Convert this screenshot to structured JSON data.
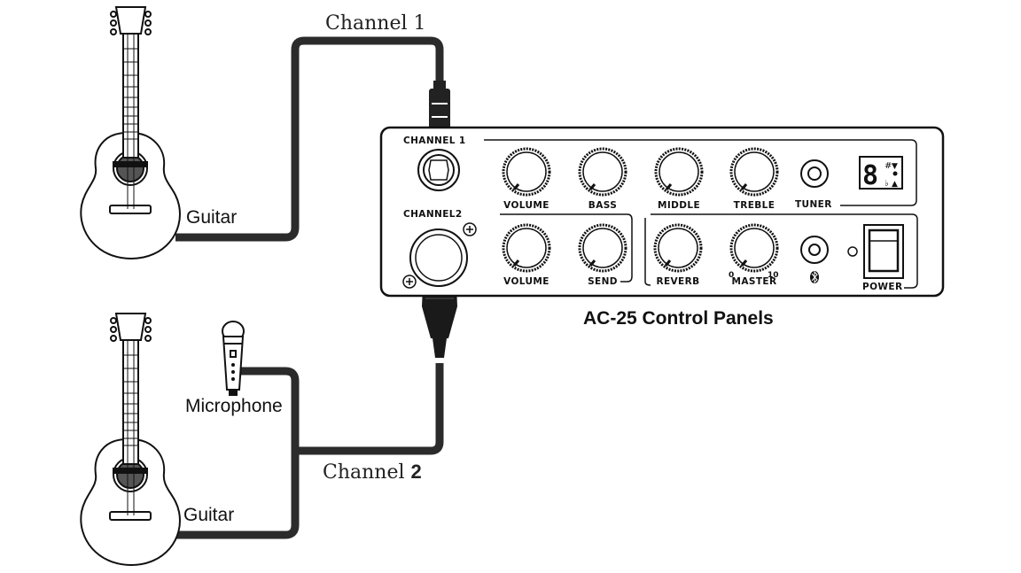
{
  "labels": {
    "channel1": "Channel 1",
    "channel2_prefix": "Channel ",
    "channel2_num": "2",
    "guitar_top": "Guitar",
    "guitar_bottom": "Guitar",
    "microphone": "Microphone",
    "panel_title": "AC-25 Control Panels"
  },
  "panel": {
    "channel1_label": "CHANNEL 1",
    "channel2_label": "CHANNEL2",
    "row1_knobs": [
      "VOLUME",
      "BASS",
      "MIDDLE",
      "TREBLE"
    ],
    "tuner_label": "TUNER",
    "row2_ch2_knobs": [
      "VOLUME",
      "SEND"
    ],
    "reverb_label": "REVERB",
    "master_label": "MASTER",
    "master_min": "0",
    "master_max": "10",
    "power_label": "POWER",
    "tuner_display": "8",
    "tuner_symbols": [
      "#",
      "▼",
      "♭",
      "▲"
    ]
  },
  "colors": {
    "cable": "#2b2b2b",
    "outline": "#111111",
    "background": "#ffffff"
  }
}
